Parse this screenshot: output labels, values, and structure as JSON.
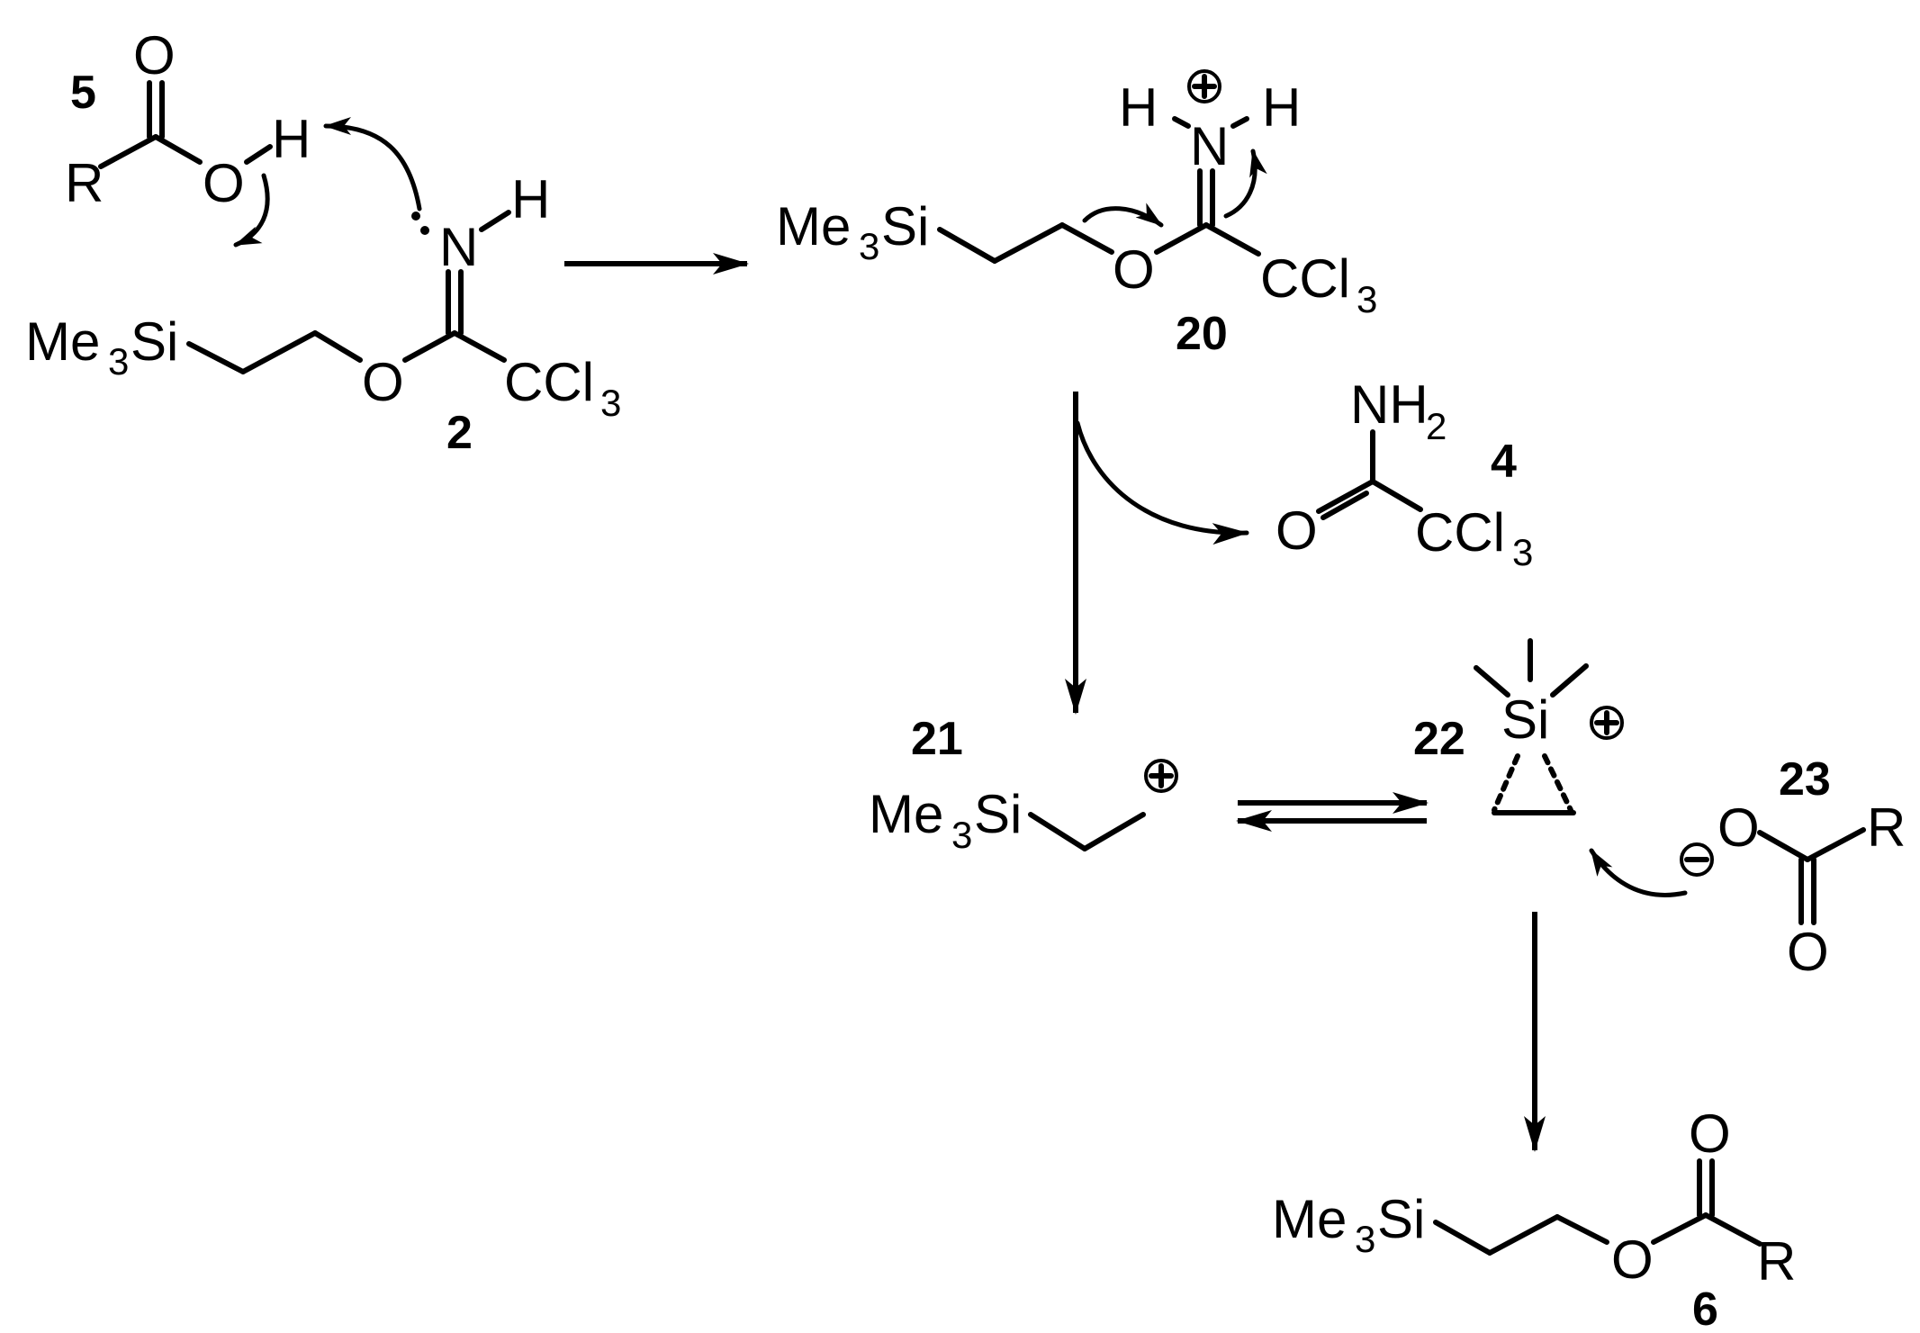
{
  "compounds": {
    "c5": {
      "number": "5",
      "atoms": {
        "O_top": "O",
        "R": "R",
        "O_oh": "O",
        "H": "H"
      }
    },
    "c2": {
      "number": "2",
      "atoms": {
        "Me": "Me",
        "sub3": "3",
        "Si": "Si",
        "O": "O",
        "N": "N",
        "H": "H",
        "CCl": "CCl",
        "sub3b": "3"
      }
    },
    "c20": {
      "number": "20",
      "atoms": {
        "Me": "Me",
        "sub3": "3",
        "Si": "Si",
        "O": "O",
        "N": "N",
        "H1": "H",
        "H2": "H",
        "CCl": "CCl",
        "sub3b": "3"
      }
    },
    "c4": {
      "number": "4",
      "atoms": {
        "NH": "NH",
        "sub2": "2",
        "O": "O",
        "CCl": "CCl",
        "sub3": "3"
      }
    },
    "c21": {
      "number": "21",
      "atoms": {
        "Me": "Me",
        "sub3": "3",
        "Si": "Si"
      }
    },
    "c22": {
      "number": "22",
      "atoms": {
        "Si": "Si"
      }
    },
    "c23": {
      "number": "23",
      "atoms": {
        "O": "O",
        "R": "R",
        "O_bottom": "O"
      }
    },
    "c6": {
      "number": "6",
      "atoms": {
        "Me": "Me",
        "sub3": "3",
        "Si": "Si",
        "O": "O",
        "O_top": "O",
        "R": "R"
      }
    }
  },
  "charges": {
    "plus": "+",
    "minus": "−"
  },
  "colors": {
    "ink": "#000000",
    "background": "#ffffff"
  }
}
